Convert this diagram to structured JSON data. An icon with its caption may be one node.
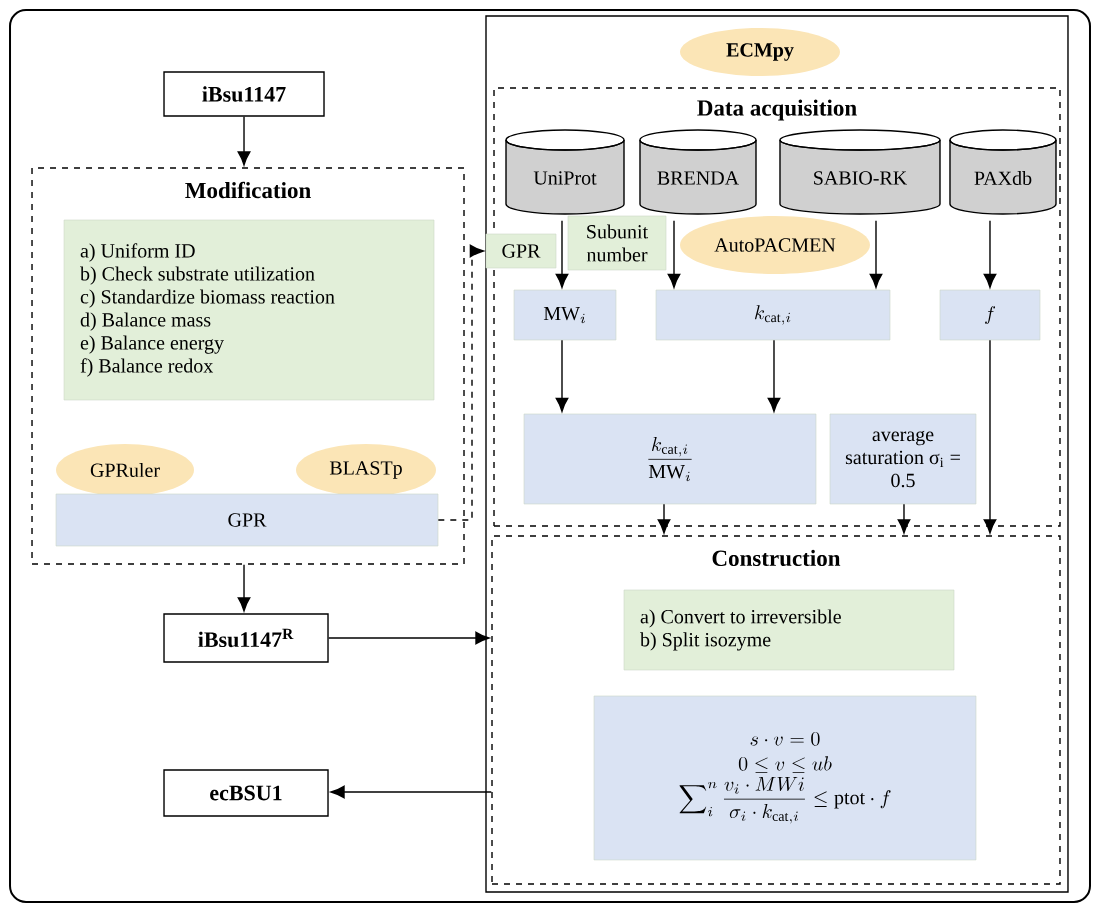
{
  "diagram": {
    "nodes": [
      {
        "text": [
          "iBsu1147"
        ]
      },
      {
        "text": [
          "Modification"
        ]
      },
      {
        "text": [
          "a) Uniform ID",
          "b) Check substrate utilization",
          "c) Standardize biomass reaction",
          "d) Balance mass",
          "e) Balance energy",
          "f) Balance redox"
        ],
        "in": 1
      },
      {
        "text": [
          "GPRuler"
        ],
        "in": 1
      },
      {
        "text": [
          "BLASTp"
        ],
        "in": 1
      },
      {
        "text": [
          "GPR"
        ],
        "in": 1
      },
      {
        "text": [
          "iBsu1147$^{R}$"
        ]
      },
      {
        "text": [
          "ecBSU1"
        ]
      },
      {
        "text": [
          "ECMpy"
        ]
      },
      {
        "text": [
          "Data acquisition"
        ]
      },
      {
        "text": [
          "UniProt"
        ],
        "in": 9
      },
      {
        "text": [
          "BRENDA"
        ],
        "in": 9
      },
      {
        "text": [
          "SABIO-RK"
        ],
        "in": 9
      },
      {
        "text": [
          "PAXdb"
        ],
        "in": 9
      },
      {
        "text": [
          "GPR"
        ]
      },
      {
        "text": [
          "Subunit number"
        ],
        "in": 9
      },
      {
        "text": [
          "AutoPACMEN"
        ],
        "in": 9
      },
      {
        "text": [
          "\\mathrm{MW}_{i}"
        ],
        "in": 9
      },
      {
        "text": [
          "k_{\\mathrm{cat},i}"
        ],
        "in": 9
      },
      {
        "text": [
          "f"
        ],
        "in": 9
      },
      {
        "text": [
          "\\frac{k_{\\mathrm{cat},i}}{\\mathrm{MW}_{i}}"
        ],
        "in": 9
      },
      {
        "text": [
          "average saturation σ$_{i}$ = 0.5"
        ],
        "in": 9
      },
      {
        "text": [
          "Construction"
        ]
      },
      {
        "text": [
          "a) Convert to irreversible",
          "b) Split isozyme"
        ],
        "in": 22
      },
      {
        "text": [
          "s \\cdot v = 0",
          "0 \\le v \\le ub",
          "\\sum\\nolimits_{i}^{n} \\frac{v_{i} \\cdot MWi}{\\sigma_{i} \\cdot k_{\\mathrm{cat},i}} \\le \\mathrm{ptot} \\cdot f"
        ],
        "in": 22
      }
    ],
    "edges": [
      {
        "from": 0,
        "to": 1,
        "arrow": "to"
      },
      {
        "from": 1,
        "to": 6,
        "arrow": "to"
      },
      {
        "from": 6,
        "to": 22,
        "arrow": "to"
      },
      {
        "from": 22,
        "to": 7,
        "arrow": "to"
      },
      {
        "from": 5,
        "to": 14,
        "arrow": "to",
        "style": "dashed"
      },
      {
        "from": 10,
        "to": 17,
        "arrow": "to"
      },
      {
        "from": 11,
        "to": 18,
        "arrow": "to"
      },
      {
        "from": 12,
        "to": 18,
        "arrow": "to"
      },
      {
        "from": 13,
        "to": 19,
        "arrow": "to"
      },
      {
        "from": 17,
        "to": 20,
        "arrow": "to"
      },
      {
        "from": 18,
        "to": 20,
        "arrow": "to"
      },
      {
        "from": 20,
        "to": 22,
        "arrow": "to"
      },
      {
        "from": 21,
        "to": 22,
        "arrow": "to"
      },
      {
        "from": 19,
        "to": 22,
        "arrow": "to"
      }
    ]
  }
}
